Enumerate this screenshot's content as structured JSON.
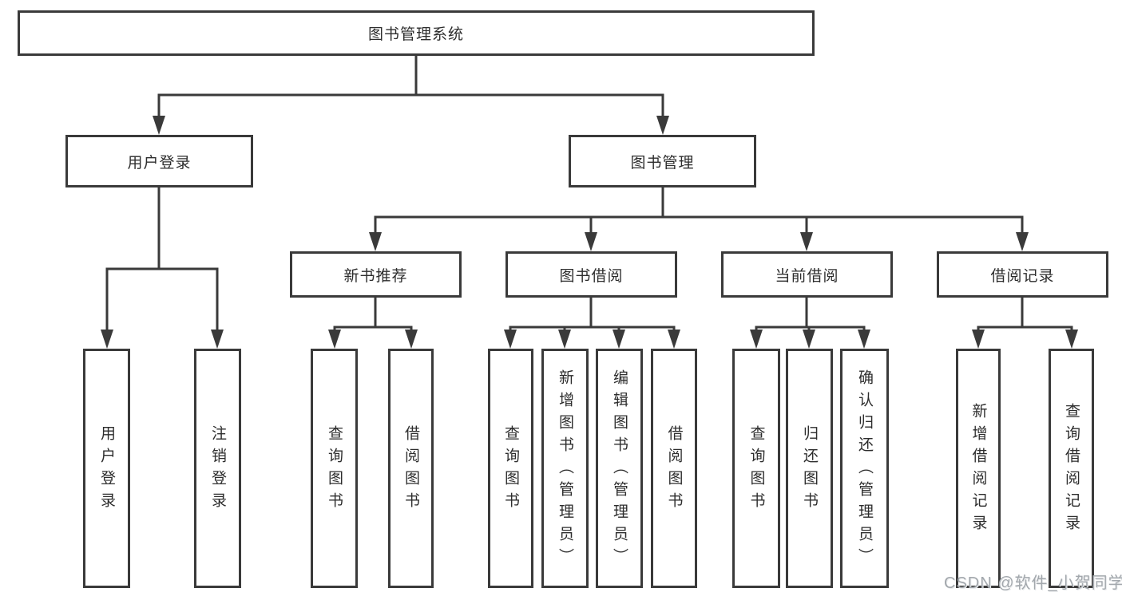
{
  "diagram": {
    "root": {
      "label": "图书管理系统"
    },
    "level2": [
      {
        "label": "用户登录"
      },
      {
        "label": "图书管理"
      }
    ],
    "level3": [
      {
        "label": "新书推荐"
      },
      {
        "label": "图书借阅"
      },
      {
        "label": "当前借阅"
      },
      {
        "label": "借阅记录"
      }
    ],
    "leaves": {
      "user_login": [
        "用户登录",
        "注销登录"
      ],
      "new_book": [
        "查询图书",
        "借阅图书"
      ],
      "book_borrow": [
        "查询图书",
        "新增图书（管理员）",
        "编辑图书（管理员）",
        "借阅图书"
      ],
      "current_borrow": [
        "查询图书",
        "归还图书",
        "确认归还（管理员）"
      ],
      "borrow_record": [
        "新增借阅记录",
        "查询借阅记录"
      ]
    }
  },
  "watermark": {
    "text": "CSDN @软件_小贺同学"
  },
  "colors": {
    "line": "#3a3a3a",
    "text": "#2d2d2d",
    "watermark": "#a3a8ad",
    "background": "#ffffff"
  }
}
